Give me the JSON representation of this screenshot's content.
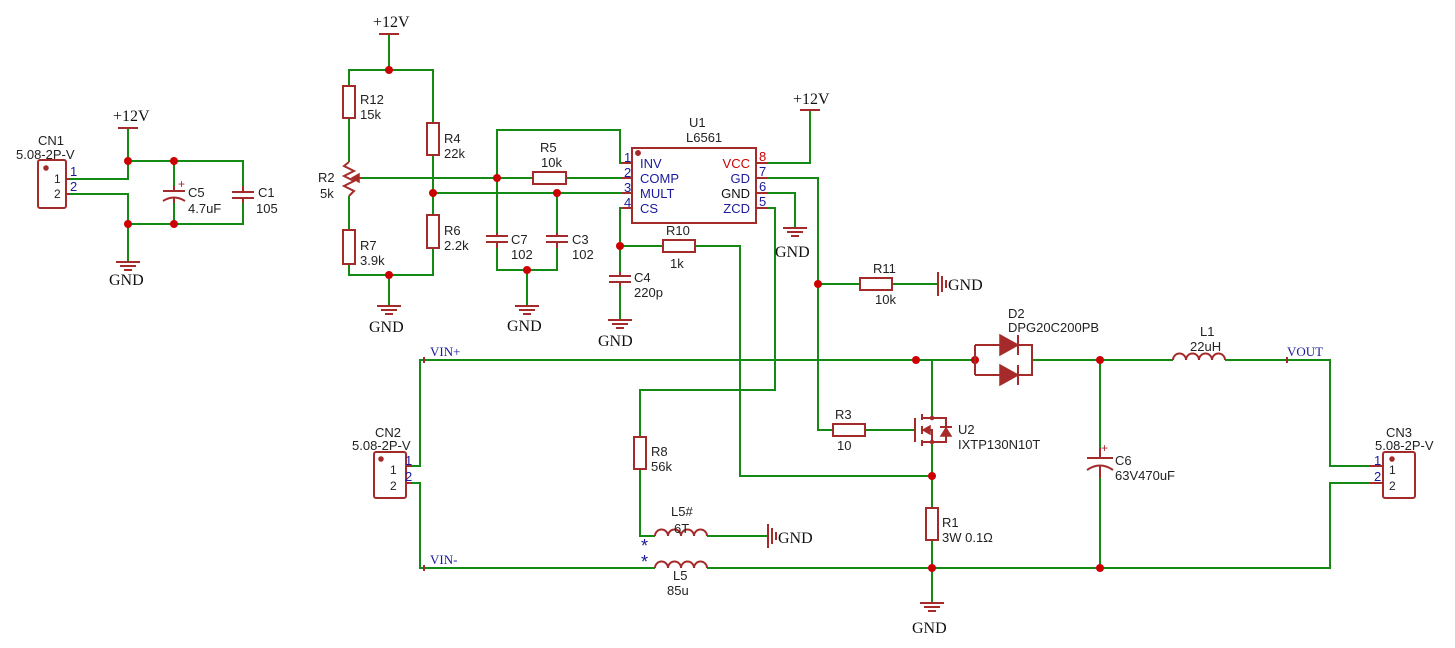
{
  "power": {
    "vcc": "+12V",
    "gnd": "GND"
  },
  "nets": {
    "vin_plus": "VIN+",
    "vin_minus": "VIN-",
    "vout": "VOUT"
  },
  "connectors": {
    "cn1": {
      "ref": "CN1",
      "value": "5.08-2P-V",
      "pin1": "1",
      "pin2": "2"
    },
    "cn2": {
      "ref": "CN2",
      "value": "5.08-2P-V",
      "pin1": "1",
      "pin2": "2"
    },
    "cn3": {
      "ref": "CN3",
      "value": "5.08-2P-V",
      "pin1": "1",
      "pin2": "2"
    }
  },
  "resistors": {
    "r12": {
      "ref": "R12",
      "value": "15k"
    },
    "r2": {
      "ref": "R2",
      "value": "5k"
    },
    "r7": {
      "ref": "R7",
      "value": "3.9k"
    },
    "r4": {
      "ref": "R4",
      "value": "22k"
    },
    "r6": {
      "ref": "R6",
      "value": "2.2k"
    },
    "r5": {
      "ref": "R5",
      "value": "10k"
    },
    "r10": {
      "ref": "R10",
      "value": "1k"
    },
    "r11": {
      "ref": "R11",
      "value": "10k"
    },
    "r3": {
      "ref": "R3",
      "value": "10"
    },
    "r8": {
      "ref": "R8",
      "value": "56k"
    },
    "r1": {
      "ref": "R1",
      "value": "3W 0.1Ω"
    }
  },
  "capacitors": {
    "c5": {
      "ref": "C5",
      "value": "4.7uF"
    },
    "c1": {
      "ref": "C1",
      "value": "105"
    },
    "c7": {
      "ref": "C7",
      "value": "102"
    },
    "c3": {
      "ref": "C3",
      "value": "102"
    },
    "c4": {
      "ref": "C4",
      "value": "220p"
    },
    "c6": {
      "ref": "C6",
      "value": "63V470uF"
    }
  },
  "ic": {
    "ref": "U1",
    "value": "L6561",
    "left_pins": [
      {
        "num": "1",
        "name": "INV"
      },
      {
        "num": "2",
        "name": "COMP"
      },
      {
        "num": "3",
        "name": "MULT"
      },
      {
        "num": "4",
        "name": "CS"
      }
    ],
    "right_pins": [
      {
        "num": "8",
        "name": "VCC"
      },
      {
        "num": "7",
        "name": "GD"
      },
      {
        "num": "6",
        "name": "GND"
      },
      {
        "num": "5",
        "name": "ZCD"
      }
    ]
  },
  "mosfet": {
    "ref": "U2",
    "value": "IXTP130N10T"
  },
  "diode": {
    "ref": "D2",
    "value": "DPG20C200PB"
  },
  "inductors": {
    "l1": {
      "ref": "L1",
      "value": "22uH"
    },
    "l5a": {
      "ref": "L5#",
      "value": "6T"
    },
    "l5": {
      "ref": "L5",
      "value": "85u"
    }
  },
  "markers": {
    "dot_star": "*"
  }
}
